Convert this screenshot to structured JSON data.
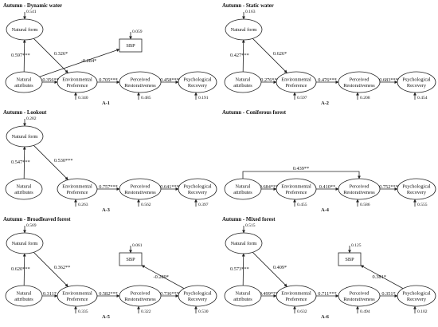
{
  "panels": [
    {
      "title": "Autumn - Dynamic water",
      "id": "A-1",
      "nodes": {
        "nf": {
          "label": [
            "Natural form"
          ],
          "err": "0.541"
        },
        "na": {
          "label": [
            "Natural",
            "attributes"
          ]
        },
        "ep": {
          "label": [
            "Environmental",
            "Preference"
          ],
          "err": "0.340"
        },
        "pr": {
          "label": [
            "Perceived",
            "Restorativeness"
          ],
          "err": "0.485"
        },
        "rec": {
          "label": [
            "Psychological",
            "Recovery"
          ],
          "err": "0.191"
        },
        "sbp": {
          "label": [
            "SBP"
          ],
          "err": "0.059"
        }
      },
      "edges": [
        {
          "from": "na",
          "to": "nf",
          "label": "0.597***"
        },
        {
          "from": "nf",
          "to": "ep",
          "label": "0.326*"
        },
        {
          "from": "na",
          "to": "ep",
          "label": "-0.356**"
        },
        {
          "from": "ep",
          "to": "pr",
          "label": "0.705***"
        },
        {
          "from": "pr",
          "to": "rec",
          "label": "0.458***"
        },
        {
          "from": "na",
          "to": "sbp",
          "label": "-0.284*"
        }
      ]
    },
    {
      "title": "Autumn - Static water",
      "id": "A-2",
      "nodes": {
        "nf": {
          "label": [
            "Natural form"
          ],
          "err": "0.163"
        },
        "na": {
          "label": [
            "Natural",
            "attributes"
          ]
        },
        "ep": {
          "label": [
            "Environmental",
            "Preference"
          ],
          "err": "0.597"
        },
        "pr": {
          "label": [
            "Perceived",
            "Restorativeness"
          ],
          "err": "0.208"
        },
        "rec": {
          "label": [
            "Psychological",
            "Recovery"
          ],
          "err": "0.454"
        }
      },
      "edges": [
        {
          "from": "na",
          "to": "nf",
          "label": "0.427***"
        },
        {
          "from": "nf",
          "to": "ep",
          "label": "0.626*"
        },
        {
          "from": "na",
          "to": "ep",
          "label": "0.276**"
        },
        {
          "from": "ep",
          "to": "pr",
          "label": "0.476***"
        },
        {
          "from": "pr",
          "to": "rec",
          "label": "0.683***"
        }
      ]
    },
    {
      "title": "Autumn - Lookout",
      "id": "A-3",
      "nodes": {
        "nf": {
          "label": [
            "Natural form"
          ],
          "err": "0.282"
        },
        "na": {
          "label": [
            "Natural",
            "attributes"
          ]
        },
        "ep": {
          "label": [
            "Environmental",
            "Preference"
          ],
          "err": "0.263"
        },
        "pr": {
          "label": [
            "Perceived",
            "Restorativeness"
          ],
          "err": "0.562"
        },
        "rec": {
          "label": [
            "Psychological",
            "Recovery"
          ],
          "err": "0.397"
        }
      },
      "edges": [
        {
          "from": "na",
          "to": "nf",
          "label": "0.547***"
        },
        {
          "from": "nf",
          "to": "ep",
          "label": "0.530***"
        },
        {
          "from": "ep",
          "to": "pr",
          "label": "0.757***"
        },
        {
          "from": "pr",
          "to": "rec",
          "label": "0.641***"
        }
      ]
    },
    {
      "title": "Autumn - Coniferous forest",
      "id": "A-4",
      "nodes": {
        "na": {
          "label": [
            "Natural",
            "attributes"
          ]
        },
        "ep": {
          "label": [
            "Environmental",
            "Preference"
          ],
          "err": "0.455"
        },
        "pr": {
          "label": [
            "Perceived",
            "Restorativeness"
          ],
          "err": "0.586"
        },
        "rec": {
          "label": [
            "Psychological",
            "Recovery"
          ],
          "err": "0.555"
        }
      },
      "edges": [
        {
          "from": "na",
          "to": "ep",
          "label": "0.684***"
        },
        {
          "from": "ep",
          "to": "pr",
          "label": "0.410**"
        },
        {
          "from": "pr",
          "to": "rec",
          "label": "0.752***"
        },
        {
          "from": "na",
          "to": "pr",
          "label": "0.439**"
        }
      ]
    },
    {
      "title": "Autumn - Broadleaved forest",
      "id": "A-5",
      "nodes": {
        "nf": {
          "label": [
            "Natural form"
          ],
          "err": "0.569"
        },
        "na": {
          "label": [
            "Natural",
            "attributes"
          ]
        },
        "ep": {
          "label": [
            "Environmental",
            "Preference"
          ],
          "err": "0.335"
        },
        "pr": {
          "label": [
            "Perceived",
            "Restorativeness"
          ],
          "err": "0.322"
        },
        "rec": {
          "label": [
            "Psychological",
            "Recovery"
          ],
          "err": "0.530"
        },
        "sbp": {
          "label": [
            "SBP"
          ],
          "err": "0.061"
        }
      },
      "edges": [
        {
          "from": "na",
          "to": "nf",
          "label": "0.620***"
        },
        {
          "from": "nf",
          "to": "ep",
          "label": "0.362**"
        },
        {
          "from": "na",
          "to": "ep",
          "label": "0.311*"
        },
        {
          "from": "ep",
          "to": "pr",
          "label": "0.582***"
        },
        {
          "from": "pr",
          "to": "rec",
          "label": "0.736***"
        },
        {
          "from": "rec",
          "to": "sbp",
          "label": "-0.289*"
        }
      ]
    },
    {
      "title": "Autumn - Mixed forest",
      "id": "A-6",
      "nodes": {
        "nf": {
          "label": [
            "Natural form"
          ],
          "err": "0.515"
        },
        "na": {
          "label": [
            "Natural",
            "attributes"
          ]
        },
        "ep": {
          "label": [
            "Environmental",
            "Preference"
          ],
          "err": "0.632"
        },
        "pr": {
          "label": [
            "Perceived",
            "Restorativeness"
          ],
          "err": "0.494"
        },
        "rec": {
          "label": [
            "Psychological",
            "Recovery"
          ],
          "err": "0.102"
        },
        "sbp": {
          "label": [
            "SBP"
          ],
          "err": "0.125"
        }
      },
      "edges": [
        {
          "from": "na",
          "to": "nf",
          "label": "0.573***"
        },
        {
          "from": "nf",
          "to": "ep",
          "label": "0.409*"
        },
        {
          "from": "na",
          "to": "ep",
          "label": "0.499***"
        },
        {
          "from": "ep",
          "to": "pr",
          "label": "0.711***"
        },
        {
          "from": "pr",
          "to": "rec",
          "label": "0.351*"
        },
        {
          "from": "rec",
          "to": "sbp",
          "label": "0.381*"
        }
      ]
    }
  ]
}
